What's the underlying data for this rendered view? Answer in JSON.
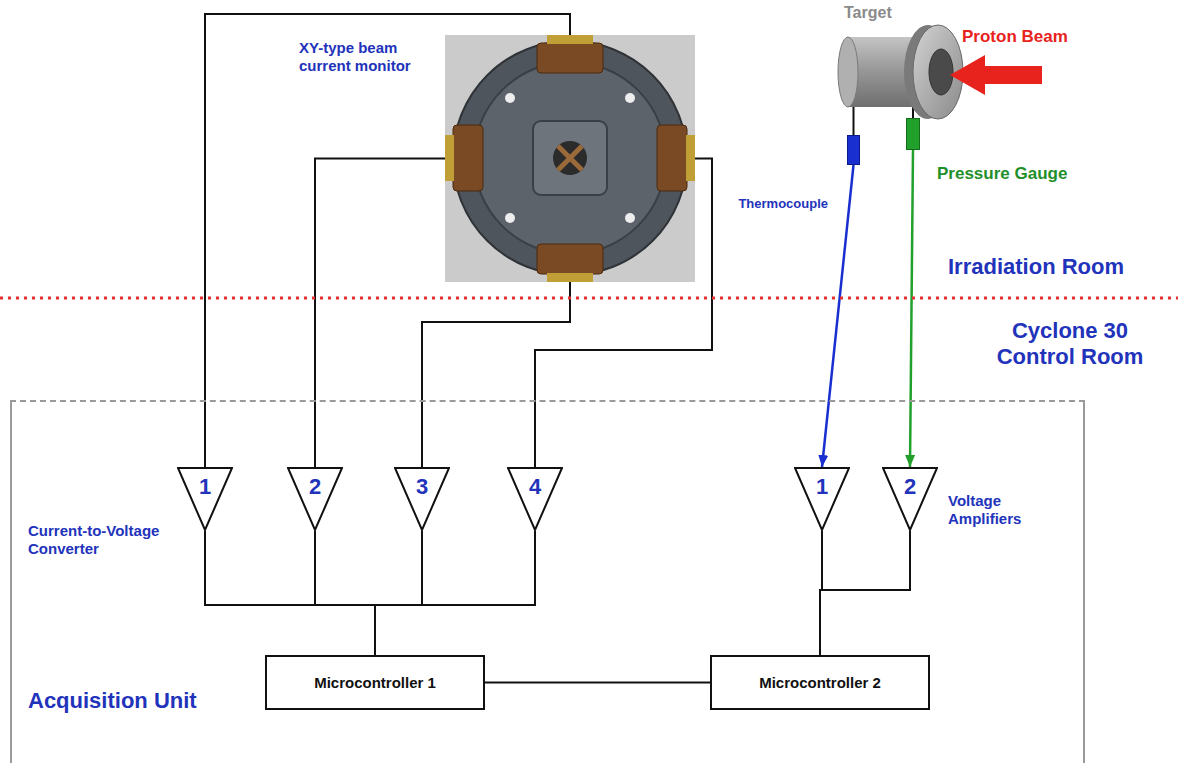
{
  "diagram": {
    "nodes": [
      {
        "text": [
          "XY-type beam current monitor"
        ]
      },
      {
        "text": [
          "Target"
        ]
      },
      {
        "text": [
          "Thermocouple"
        ]
      },
      {
        "text": [
          "Pressure Gauge"
        ]
      },
      {
        "text": [
          "Acquisition Unit"
        ]
      },
      {
        "text": [
          "1"
        ],
        "in": 4
      },
      {
        "text": [
          "2"
        ],
        "in": 4
      },
      {
        "text": [
          "3"
        ],
        "in": 4
      },
      {
        "text": [
          "4"
        ],
        "in": 4
      },
      {
        "text": [
          "1"
        ],
        "in": 4
      },
      {
        "text": [
          "2"
        ],
        "in": 4
      },
      {
        "text": [
          "Microcontroller 1"
        ],
        "in": 4
      },
      {
        "text": [
          "Microcontroller 2"
        ],
        "in": 4
      }
    ],
    "edges": [
      {
        "from": 0,
        "to": 5,
        "arrow": "none"
      },
      {
        "from": 0,
        "to": 6,
        "arrow": "none"
      },
      {
        "from": 0,
        "to": 7,
        "arrow": "none"
      },
      {
        "from": 0,
        "to": 8,
        "arrow": "none"
      },
      {
        "from": 1,
        "to": 2,
        "arrow": "none"
      },
      {
        "from": 1,
        "to": 3,
        "arrow": "none"
      },
      {
        "from": 2,
        "to": 9,
        "arrow": "to"
      },
      {
        "from": 3,
        "to": 10,
        "arrow": "to"
      },
      {
        "from": 5,
        "to": 11,
        "arrow": "none"
      },
      {
        "from": 6,
        "to": 11,
        "arrow": "none"
      },
      {
        "from": 7,
        "to": 11,
        "arrow": "none"
      },
      {
        "from": 8,
        "to": 11,
        "arrow": "none"
      },
      {
        "from": 9,
        "to": 12,
        "arrow": "none"
      },
      {
        "from": 10,
        "to": 12,
        "arrow": "none"
      },
      {
        "from": 11,
        "to": 12,
        "arrow": "none"
      }
    ],
    "labels": [
      "Current-to-Voltage Converter",
      "Voltage Amplifiers",
      "Proton Beam",
      "Irradiation Room",
      "Cyclone 30 Control Room"
    ]
  }
}
